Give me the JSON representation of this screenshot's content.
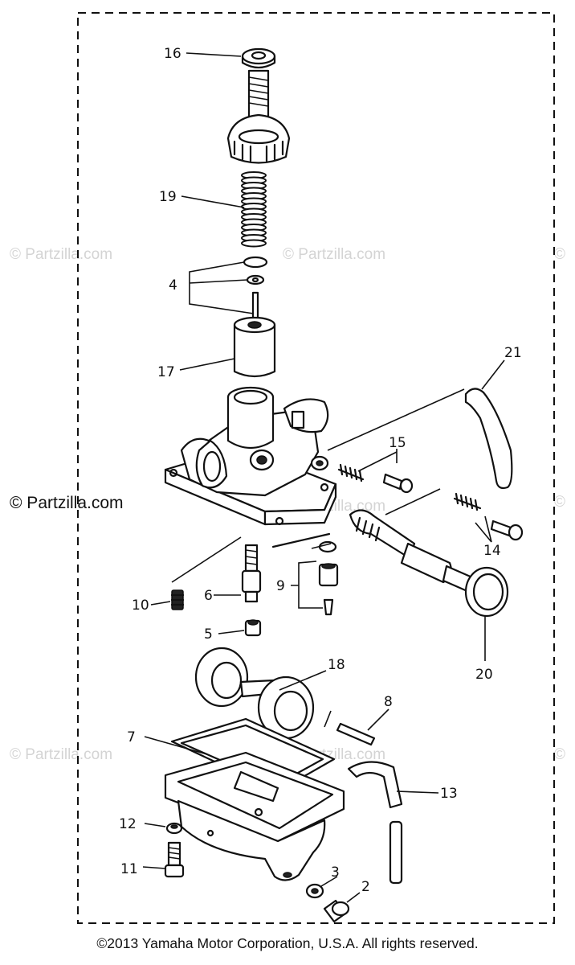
{
  "watermark": {
    "text": "© Partzilla.com",
    "highlighted_text": "© Partzilla.com"
  },
  "labels": {
    "p2": "2",
    "p3": "3",
    "p4": "4",
    "p5": "5",
    "p6": "6",
    "p7": "7",
    "p8": "8",
    "p9": "9",
    "p10": "10",
    "p11": "11",
    "p12": "12",
    "p13": "13",
    "p14": "14",
    "p15": "15",
    "p16": "16",
    "p17": "17",
    "p18": "18",
    "p19": "19",
    "p20": "20",
    "p21": "21"
  },
  "footer": {
    "copyright": "©2013  Yamaha Motor Corporation, U.S.A. All rights reserved."
  }
}
